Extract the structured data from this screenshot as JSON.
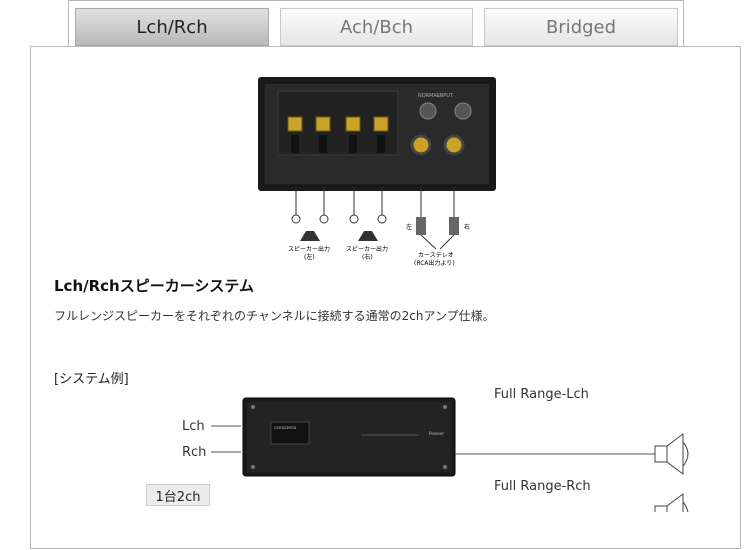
{
  "tabs": [
    {
      "label": "Lch/Rch",
      "active": true
    },
    {
      "label": "Ach/Bch",
      "active": false
    },
    {
      "label": "Bridged",
      "active": false
    }
  ],
  "photo": {
    "speaker_label_l": "スピーカー出力",
    "speaker_sub_l": "(左)",
    "speaker_label_r": "スピーカー出力",
    "speaker_sub_r": "(右)",
    "stereo_label": "カーステレオ",
    "stereo_sub": "(RCA出力より)",
    "left_mark": "左",
    "right_mark": "右",
    "input_label": "INPUT",
    "normal_label": "NORMAL"
  },
  "heading": "Lch/Rchスピーカーシステム",
  "description": "フルレンジスピーカーをそれぞれのチャンネルに接続する通常の2chアンプ仕様。",
  "example_label": "[システム例]",
  "diagram": {
    "lch": "Lch",
    "rch": "Rch",
    "full_range_l": "Full Range-Lch",
    "full_range_r": "Full Range-Rch",
    "amp_brand": "carrozzeria",
    "amp_maker": "Pioneer",
    "badge": "1台2ch"
  },
  "colors": {
    "tab_active": "#c4c4c4",
    "amp_body": "#1b1b1b",
    "border": "#b8b8b8"
  }
}
